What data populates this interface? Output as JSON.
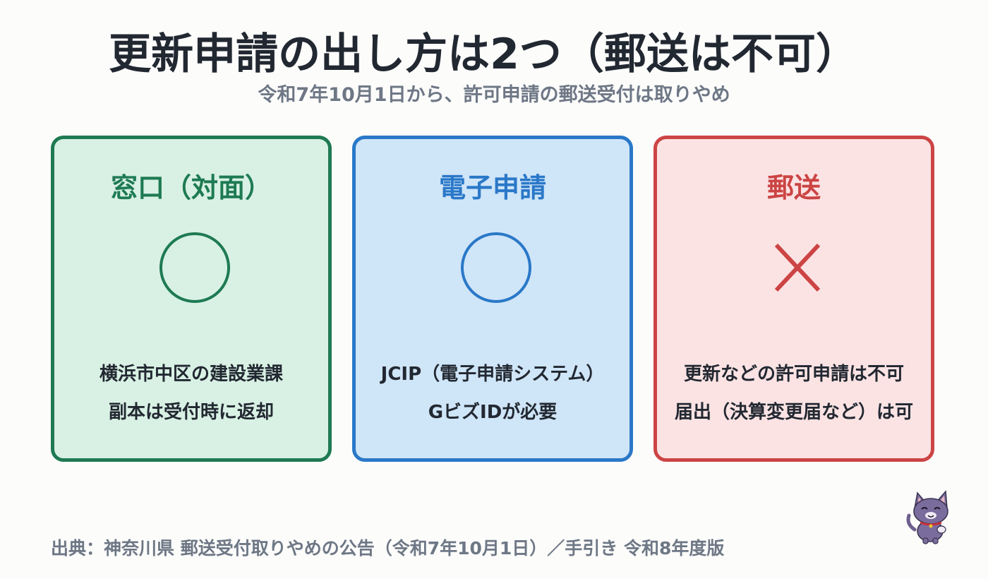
{
  "header": {
    "title": "更新申請の出し方は2つ（郵送は不可）",
    "subtitle": "令和7年10月1日から、許可申請の郵送受付は取りやめ"
  },
  "cards": [
    {
      "heading": "窓口（対面）",
      "symbol": "circle-mark",
      "lines": [
        "横浜市中区の建設業課",
        "副本は受付時に返却"
      ],
      "colors": {
        "border": "#1e7a52",
        "bg": "#d8f1e4",
        "accent": "#1e7a52"
      }
    },
    {
      "heading": "電子申請",
      "symbol": "circle-mark",
      "lines": [
        "JCIP（電子申請システム）",
        "GビズIDが必要"
      ],
      "colors": {
        "border": "#2a78c8",
        "bg": "#cfe5f8",
        "accent": "#2a78c8"
      }
    },
    {
      "heading": "郵送",
      "symbol": "cross-mark",
      "lines": [
        "更新などの許可申請は不可",
        "届出（決算変更届など）は可"
      ],
      "colors": {
        "border": "#cc4444",
        "bg": "#fbe3e4",
        "accent": "#cc4444"
      }
    }
  ],
  "footer": {
    "source": "出典：神奈川県 郵送受付取りやめの公告（令和7年10月1日）／手引き 令和8年度版"
  },
  "mascot": {
    "icon": "cat-mascot-icon"
  }
}
